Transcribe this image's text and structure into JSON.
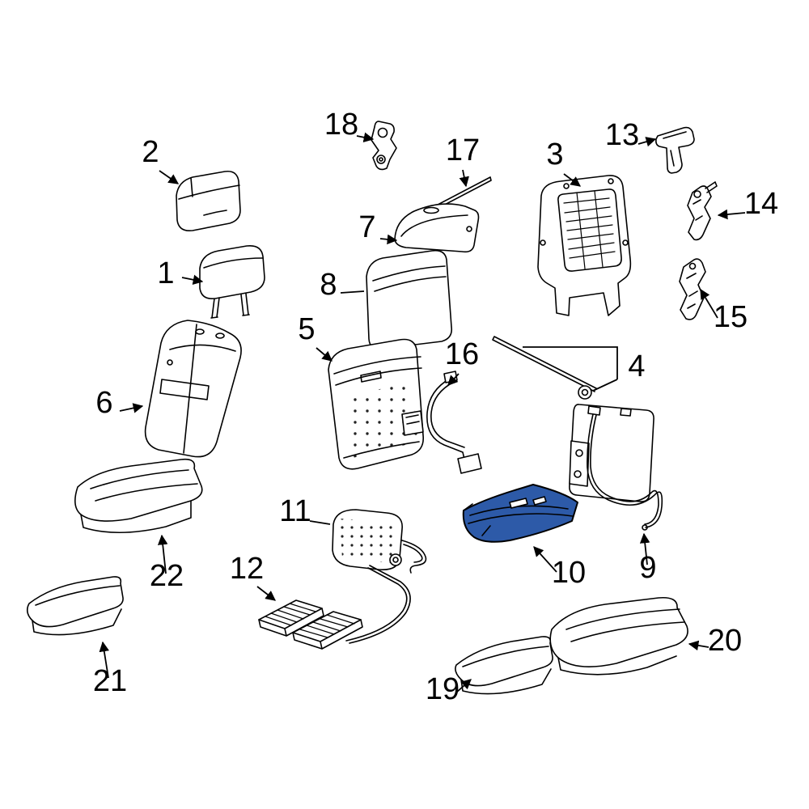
{
  "diagram": {
    "background_color": "#ffffff",
    "line_color": "#000000",
    "highlight_color": "#2d5aa8",
    "highlighted_callout": "10"
  },
  "callouts": [
    {
      "number": "1"
    },
    {
      "number": "2"
    },
    {
      "number": "3"
    },
    {
      "number": "4"
    },
    {
      "number": "5"
    },
    {
      "number": "6"
    },
    {
      "number": "7"
    },
    {
      "number": "8"
    },
    {
      "number": "9"
    },
    {
      "number": "10"
    },
    {
      "number": "11"
    },
    {
      "number": "12"
    },
    {
      "number": "13"
    },
    {
      "number": "14"
    },
    {
      "number": "15"
    },
    {
      "number": "16"
    },
    {
      "number": "17"
    },
    {
      "number": "18"
    },
    {
      "number": "19"
    },
    {
      "number": "20"
    },
    {
      "number": "21"
    },
    {
      "number": "22"
    }
  ]
}
